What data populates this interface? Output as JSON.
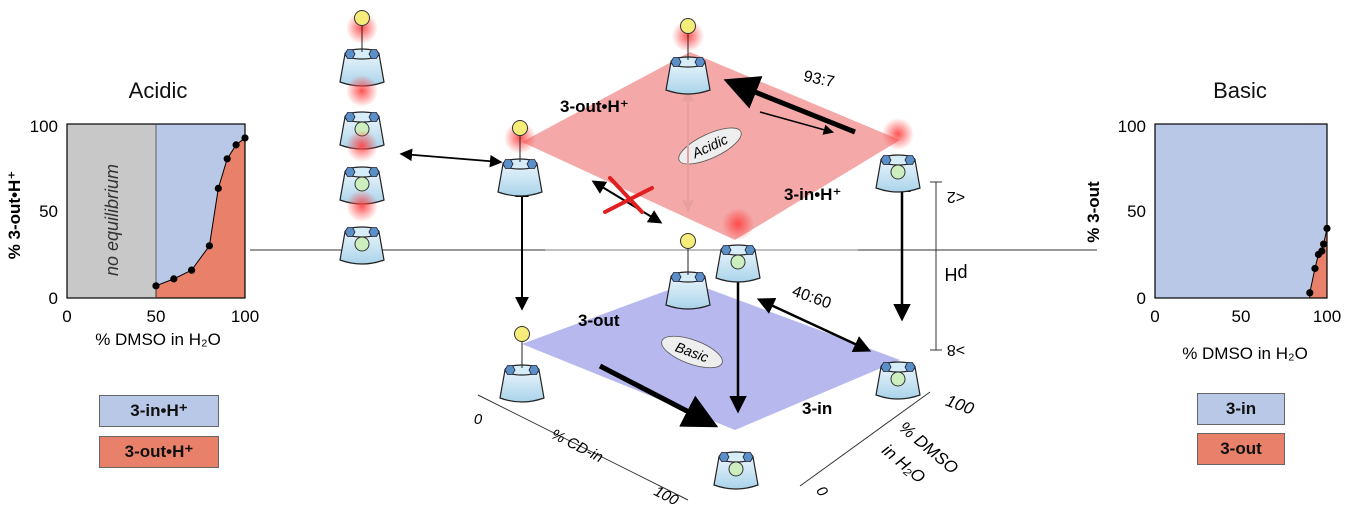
{
  "left_plot": {
    "title": "Acidic",
    "ylabel": "% 3-out•H⁺",
    "xlabel": "% DMSO in H₂O",
    "region_label": "no equilibrium",
    "yticks": [
      "0",
      "50",
      "100"
    ],
    "xticks": [
      "0",
      "50",
      "100"
    ],
    "legend": [
      {
        "label": "3-in•H⁺",
        "color": "#b8c8e6"
      },
      {
        "label": "3-out•H⁺",
        "color": "#e8806a"
      }
    ]
  },
  "right_plot": {
    "title": "Basic",
    "ylabel": "% 3-out",
    "xlabel": "% DMSO in H₂O",
    "yticks": [
      "0",
      "50",
      "100"
    ],
    "xticks": [
      "0",
      "50",
      "100"
    ],
    "legend": [
      {
        "label": "3-in",
        "color": "#b8c8e6"
      },
      {
        "label": "3-out",
        "color": "#e8806a"
      }
    ]
  },
  "cube": {
    "top_plane": "Acidic",
    "bottom_plane": "Basic",
    "top_left_state": "3-out•H⁺",
    "top_right_state": "3-in•H⁺",
    "bottom_left_state": "3-out",
    "bottom_right_state": "3-in",
    "ratio_acidic": "93:7",
    "ratio_basic": "40:60",
    "ph_label": "pH",
    "ph_low": "<2",
    "ph_high": ">8",
    "axis_cd": "% CD-in",
    "axis_cd_min": "0",
    "axis_cd_max": "100",
    "axis_dmso_line1": "% DMSO",
    "axis_dmso_line2": "in H₂O",
    "axis_dmso_min": "0",
    "axis_dmso_max": "100"
  },
  "chart_data": [
    {
      "type": "scatter",
      "title": "Acidic",
      "xlabel": "% DMSO in H₂O",
      "ylabel": "% 3-out•H⁺",
      "xlim": [
        0,
        100
      ],
      "ylim": [
        0,
        100
      ],
      "series": [
        {
          "x": [
            50,
            60,
            70,
            80,
            85,
            90,
            95,
            100
          ],
          "y": [
            7,
            11,
            16,
            30,
            63,
            80,
            88,
            92
          ]
        }
      ]
    },
    {
      "type": "scatter",
      "title": "Basic",
      "xlabel": "% DMSO in H₂O",
      "ylabel": "% 3-out",
      "xlim": [
        0,
        100
      ],
      "ylim": [
        0,
        100
      ],
      "series": [
        {
          "x": [
            90,
            93,
            95,
            97,
            98,
            100
          ],
          "y": [
            3,
            17,
            25,
            27,
            31,
            40
          ]
        }
      ]
    }
  ]
}
